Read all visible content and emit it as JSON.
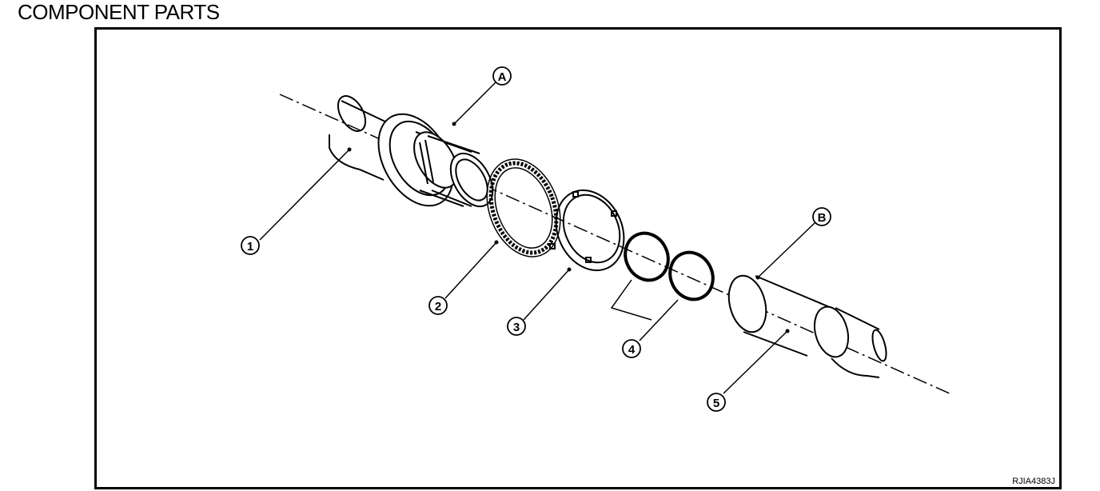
{
  "page": {
    "title": "COMPONENT PARTS"
  },
  "figure": {
    "reference_code": "RJIA4383J",
    "callouts": [
      {
        "id": "1",
        "label": "1"
      },
      {
        "id": "2",
        "label": "2"
      },
      {
        "id": "3",
        "label": "3"
      },
      {
        "id": "4",
        "label": "4"
      },
      {
        "id": "5",
        "label": "5"
      }
    ],
    "markers": [
      {
        "id": "A",
        "label": "A"
      },
      {
        "id": "B",
        "label": "B"
      }
    ]
  },
  "colors": {
    "line": "#000000",
    "background": "#ffffff"
  }
}
